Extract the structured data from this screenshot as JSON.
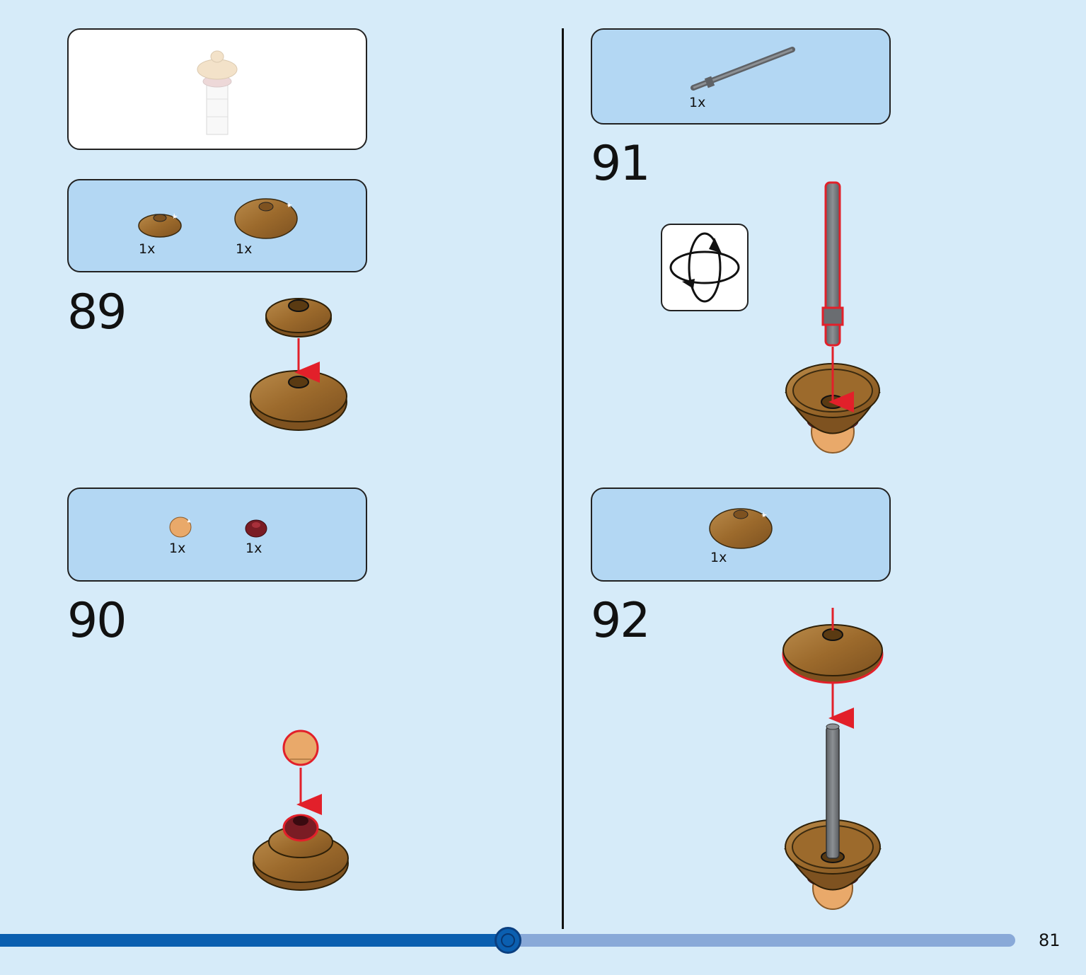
{
  "page": {
    "number": "81",
    "progress": 0.5
  },
  "steps": [
    {
      "number": "89",
      "parts": [
        {
          "qty": "1x"
        },
        {
          "qty": "1x"
        }
      ]
    },
    {
      "number": "90",
      "parts": [
        {
          "qty": "1x"
        },
        {
          "qty": "1x"
        }
      ]
    },
    {
      "number": "91",
      "parts": [
        {
          "qty": "1x"
        }
      ]
    },
    {
      "number": "92",
      "parts": [
        {
          "qty": "1x"
        }
      ]
    }
  ],
  "icons": {
    "rotate": "rotate-model-icon",
    "subassembly": "subassembly-preview"
  },
  "colors": {
    "background": "#d6ebf9",
    "parts_box": "#b3d7f3",
    "progress": "#0b5fb0",
    "progress_track": "#89a9d8",
    "highlight": "#e2202a",
    "wood": "#9c6a2c"
  }
}
